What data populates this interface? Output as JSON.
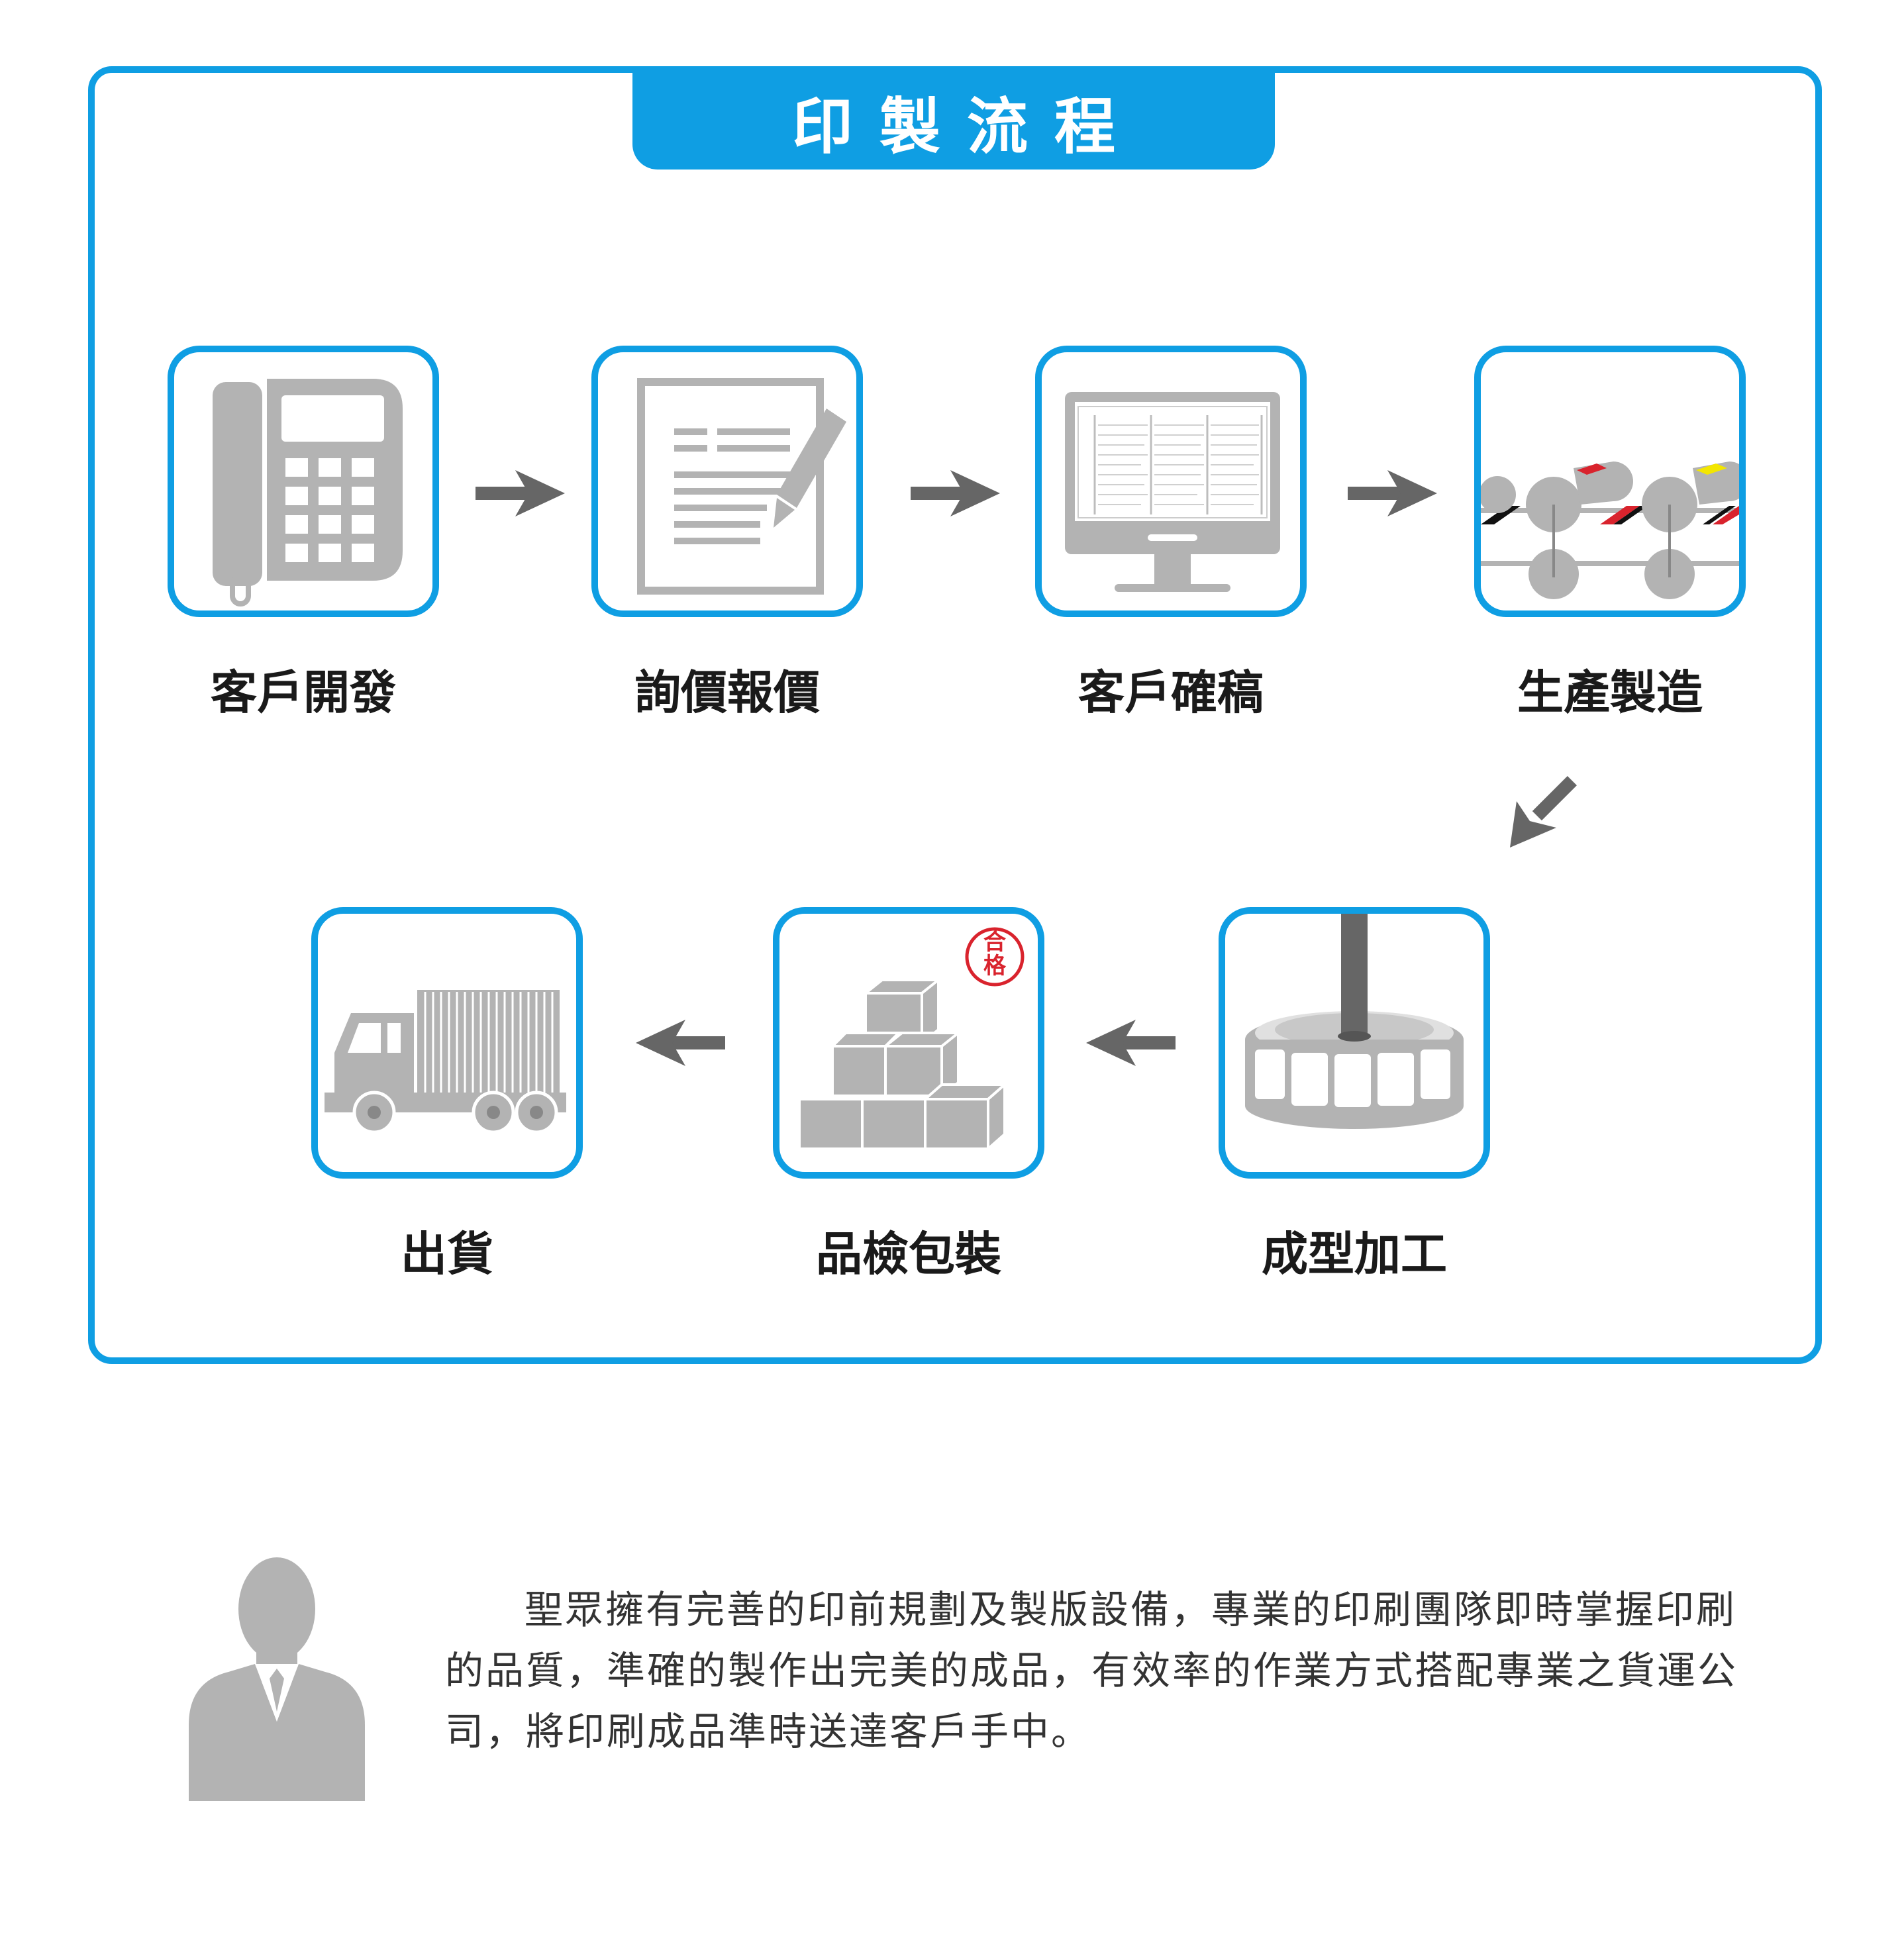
{
  "title": "印製流程",
  "steps": [
    {
      "label": "客戶開發",
      "icon": "telephone-icon"
    },
    {
      "label": "詢價報價",
      "icon": "document-pen-icon"
    },
    {
      "label": "客戶確稿",
      "icon": "monitor-document-icon"
    },
    {
      "label": "生產製造",
      "icon": "printing-rollers-icon"
    },
    {
      "label": "成型加工",
      "icon": "label-roll-icon"
    },
    {
      "label": "品檢包裝",
      "icon": "boxes-inspection-icon",
      "stamp": "合格"
    },
    {
      "label": "出貨",
      "icon": "truck-icon"
    }
  ],
  "description": "聖眾擁有完善的印前規劃及製版設備，專業的印刷團隊即時掌握印刷的品質，準確的製作出完美的成品，有效率的作業方式搭配專業之貨運公司，將印刷成品準時送達客戶手中。",
  "colors": {
    "accent": "#0f9ee3",
    "icon_gray": "#b3b3b3",
    "arrow_gray": "#666666",
    "stamp_red": "#d9232d"
  }
}
